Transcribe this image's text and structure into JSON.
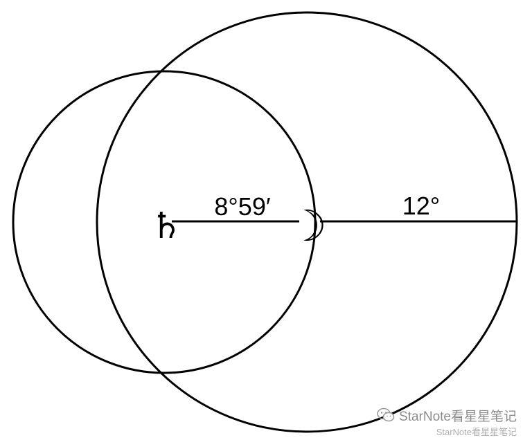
{
  "diagram": {
    "labels": {
      "saturn_moon_distance": "8°59′",
      "moon_radius": "12°"
    },
    "symbols": {
      "saturn": "♄",
      "moon": "☽"
    },
    "stroke_color": "#000000",
    "background_color": "#ffffff"
  },
  "watermark": {
    "icon": "wechat-icon",
    "main_text": "StarNote看星星笔记",
    "sub_text": "StarNote看星星笔记",
    "color": "#8c8c8c"
  }
}
